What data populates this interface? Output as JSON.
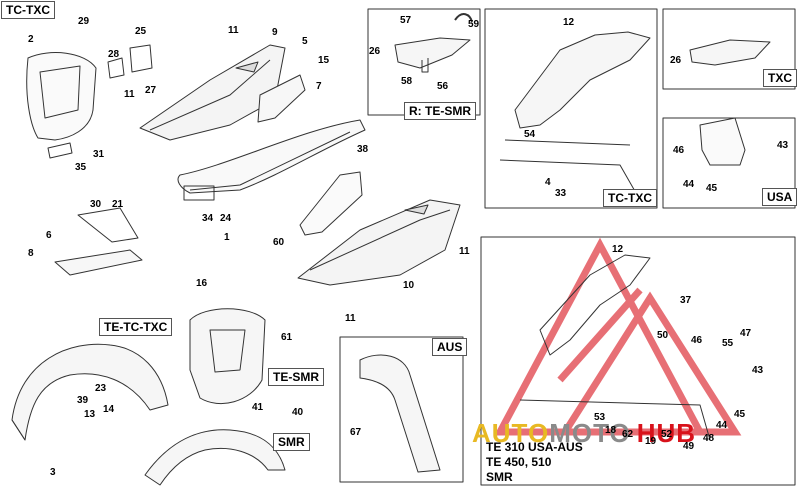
{
  "labels": {
    "tc_txc_top": "TC-TXC",
    "r_te_smr": "R: TE-SMR",
    "tc_txc_mid": "TC-TXC",
    "txc": "TXC",
    "usa": "USA",
    "te_tc_txc": "TE-TC-TXC",
    "te_smr": "TE-SMR",
    "smr": "SMR",
    "aus": "AUS",
    "te_note_1": "TE 310 USA-AUS",
    "te_note_2": "TE 450, 510",
    "te_note_3": "SMR"
  },
  "watermark": {
    "part1": "AUTO",
    "part2": "MOTO",
    "part3": "HUB",
    "colors": {
      "gold": "#e8b923",
      "gray": "#8a8a8a",
      "red": "#d8121b"
    }
  },
  "callouts": {
    "n29": "29",
    "n2": "2",
    "n25": "25",
    "n28": "28",
    "n27": "27",
    "n11a": "11",
    "n31": "31",
    "n35": "35",
    "n11b": "11",
    "n9": "9",
    "n5": "5",
    "n15": "15",
    "n7": "7",
    "n57": "57",
    "n59": "59",
    "n26a": "26",
    "n58": "58",
    "n56": "56",
    "n12a": "12",
    "n54": "54",
    "n4": "4",
    "n33": "33",
    "n26b": "26",
    "n46a": "46",
    "n43a": "43",
    "n44a": "44",
    "n45a": "45",
    "n38": "38",
    "n34": "34",
    "n24": "24",
    "n1": "1",
    "n30": "30",
    "n21": "21",
    "n8": "8",
    "n6": "6",
    "n60": "60",
    "n11c": "11",
    "n10": "10",
    "n11d": "11",
    "n16": "16",
    "n61": "61",
    "n23": "23",
    "n39": "39",
    "n14": "14",
    "n13": "13",
    "n3": "3",
    "n41": "41",
    "n40": "40",
    "n67": "67",
    "n12b": "12",
    "n37": "37",
    "n50": "50",
    "n46b": "46",
    "n47": "47",
    "n55": "55",
    "n43b": "43",
    "n45b": "45",
    "n53": "53",
    "n18": "18",
    "n62": "62",
    "n19": "19",
    "n52": "52",
    "n49": "49",
    "n48": "48",
    "n44b": "44"
  }
}
